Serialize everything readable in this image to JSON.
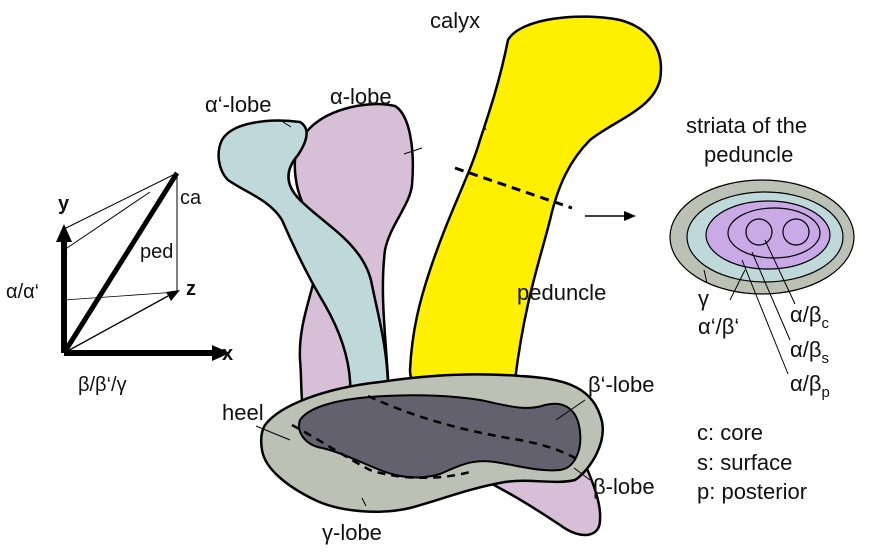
{
  "labels": {
    "calyx": "calyx",
    "alpha_lobe": "α-lobe",
    "alpha_prime_lobe": "α‘-lobe",
    "peduncle": "peduncle",
    "heel": "heel",
    "beta_prime_lobe": "β‘-lobe",
    "beta_lobe": "β-lobe",
    "gamma_lobe": "γ-lobe"
  },
  "axes": {
    "y": "y",
    "z": "z",
    "x": "x",
    "ca": "ca",
    "ped": "ped",
    "alpha_pair": "α/α‘",
    "beta_group": "β/β‘/γ"
  },
  "striata": {
    "title_line1": "striata of the",
    "title_line2": "peduncle",
    "gamma": "γ",
    "alpha_beta_prime": "α‘/β‘",
    "ab_c_main": "α/β",
    "ab_c_sub": "c",
    "ab_s_main": "α/β",
    "ab_s_sub": "s",
    "ab_p_main": "α/β",
    "ab_p_sub": "p"
  },
  "legend": {
    "core": "c: core",
    "surface": "s: surface",
    "posterior": "p: posterior"
  },
  "colors": {
    "calyx_yellow": "#FFEF00",
    "lilac": "#D8BFD8",
    "light_blue": "#BFD8DA",
    "grey_green": "#BCC1B6",
    "dark_core": "#595766",
    "inner_purple": "#C9A9E6"
  }
}
